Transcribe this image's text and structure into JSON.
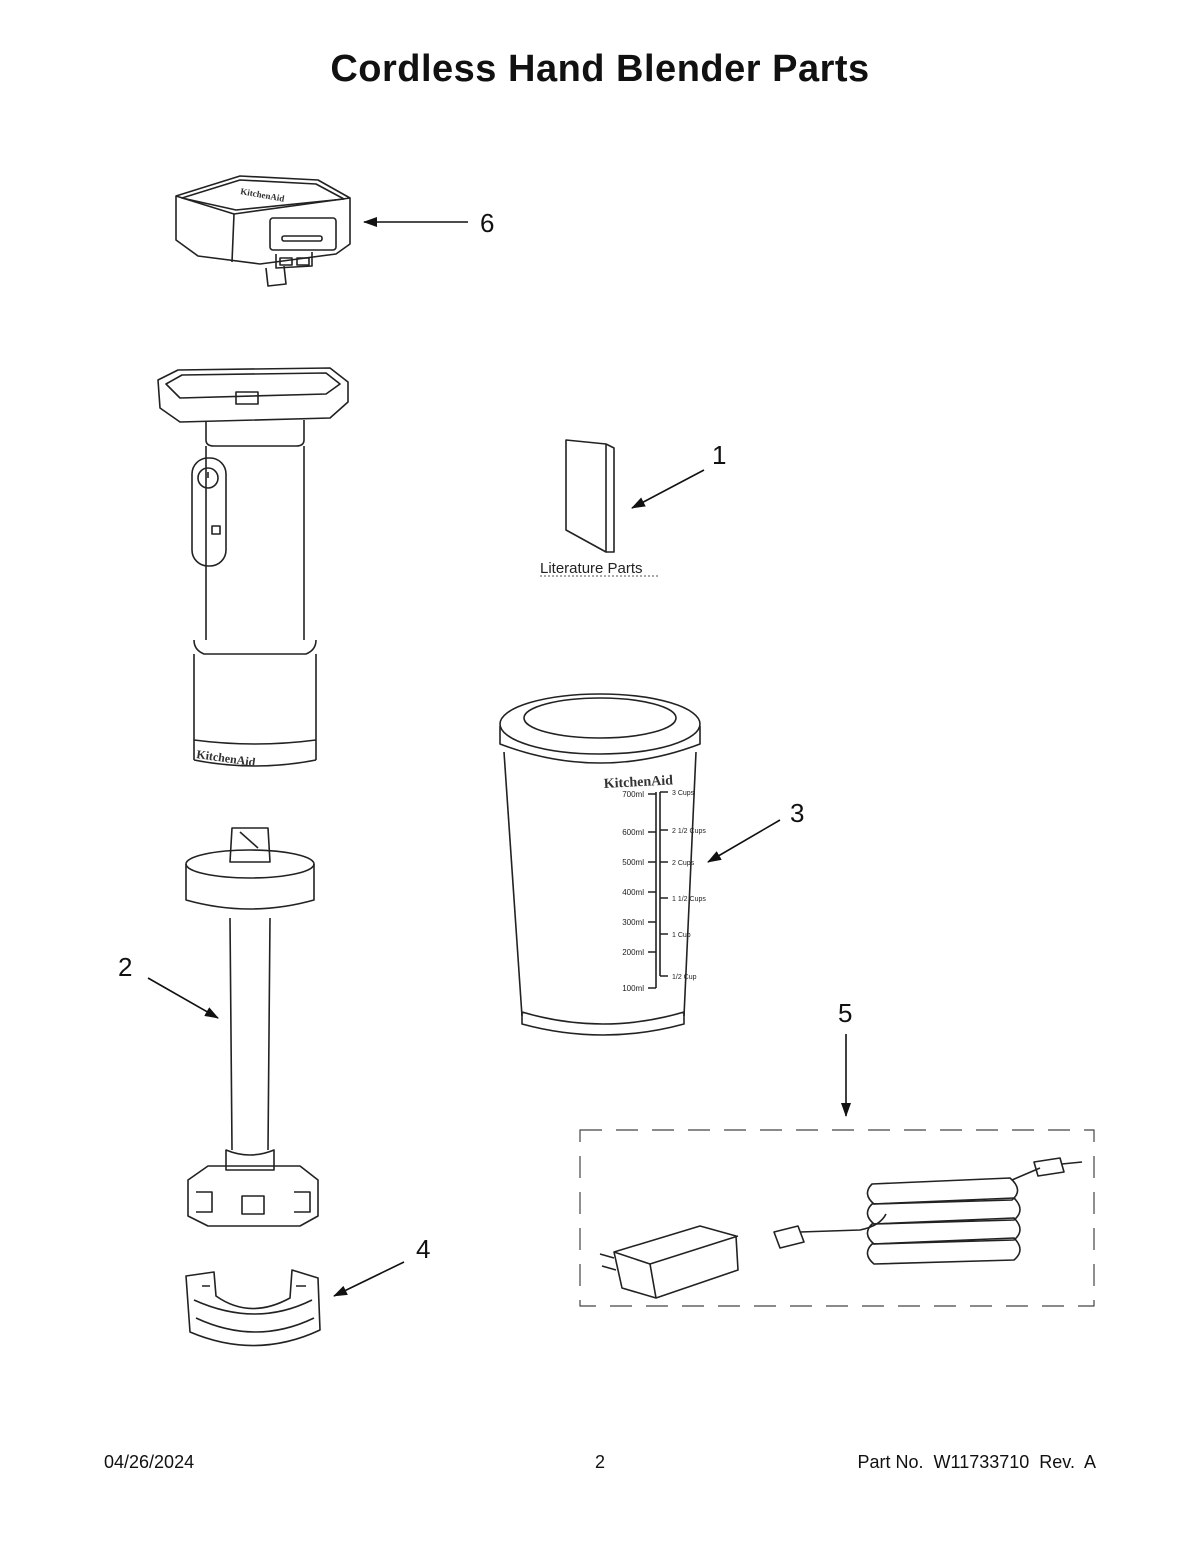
{
  "title": "Cordless Hand Blender Parts",
  "callouts": {
    "part1": "1",
    "part2": "2",
    "part3": "3",
    "part4": "4",
    "part5": "5",
    "part6": "6"
  },
  "literature_label": "Literature Parts",
  "logo_text": "KitchenAid",
  "jar_markings": {
    "ml": [
      "700ml",
      "600ml",
      "500ml",
      "400ml",
      "300ml",
      "200ml",
      "100ml"
    ],
    "cups": [
      "3 Cups",
      "2 1/2 Cups",
      "2 Cups",
      "1 1/2 Cups",
      "1 Cup",
      "1/2 Cup"
    ]
  },
  "footer": {
    "date": "04/26/2024",
    "page": "2",
    "part_no": "Part No.  W11733710  Rev.  A"
  }
}
